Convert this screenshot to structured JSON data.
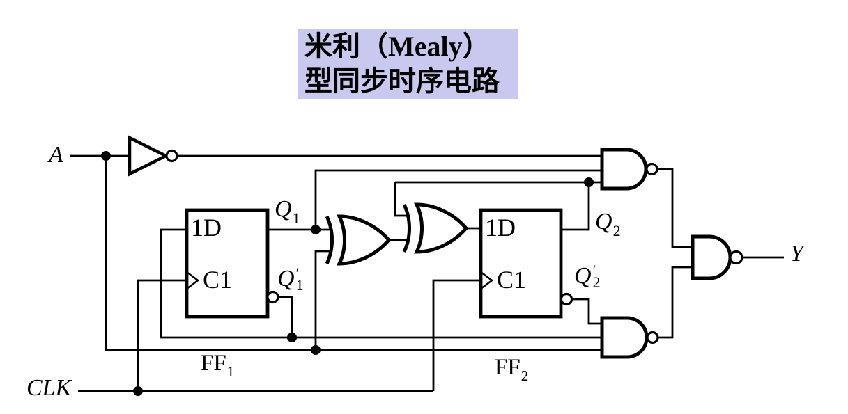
{
  "title": {
    "line1": "米利（Mealy）",
    "line2": "型同步时序电路"
  },
  "labels": {
    "input_a": "A",
    "clock": "CLK",
    "output_y": "Y",
    "q1": {
      "base": "Q",
      "sub": "1"
    },
    "q1_not": {
      "base": "Q",
      "prime": "′",
      "sub": "1"
    },
    "q2": {
      "base": "Q",
      "sub": "2"
    },
    "q2_not": {
      "base": "Q",
      "prime": "′",
      "sub": "2"
    },
    "ff1": {
      "base": "FF",
      "sub": "1"
    },
    "ff2": {
      "base": "FF",
      "sub": "2"
    }
  },
  "flipflops": {
    "ff1": {
      "data_input": "1D",
      "clock_input": "C1"
    },
    "ff2": {
      "data_input": "1D",
      "clock_input": "C1"
    }
  },
  "circuit": {
    "gate_types": [
      "not",
      "xor",
      "xor",
      "nand-3input",
      "nand-3input",
      "nand-2input"
    ],
    "flip_flop_type": "D",
    "junction_dot_count": 6
  },
  "colors": {
    "line": "#000000",
    "background": "#ffffff",
    "title_background": "#c9c9ef"
  }
}
